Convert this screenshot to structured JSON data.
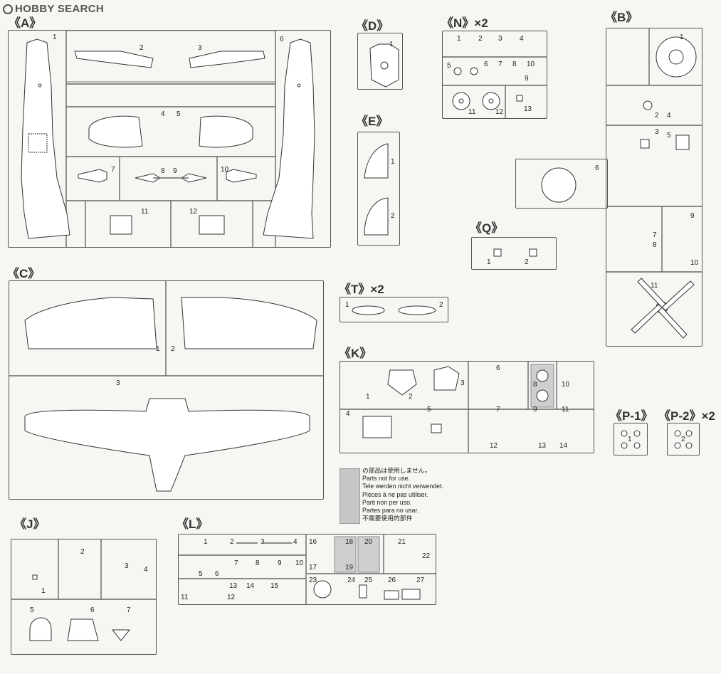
{
  "watermark": "HOBBY SEARCH",
  "sprues": {
    "A": {
      "label": "《A》",
      "parts": [
        "1",
        "2",
        "3",
        "4",
        "5",
        "6",
        "7",
        "8",
        "9",
        "10",
        "11",
        "12"
      ]
    },
    "B": {
      "label": "《B》",
      "parts": [
        "1",
        "2",
        "3",
        "4",
        "5",
        "6",
        "7",
        "8",
        "9",
        "10",
        "11"
      ]
    },
    "C": {
      "label": "《C》",
      "parts": [
        "1",
        "2",
        "3"
      ]
    },
    "D": {
      "label": "《D》",
      "parts": [
        "1"
      ]
    },
    "E": {
      "label": "《E》",
      "parts": [
        "1",
        "2"
      ]
    },
    "N": {
      "label": "《N》×2",
      "parts": [
        "1",
        "2",
        "3",
        "4",
        "5",
        "6",
        "7",
        "8",
        "9",
        "10",
        "11",
        "12",
        "13"
      ]
    },
    "Q": {
      "label": "《Q》",
      "parts": [
        "1",
        "2"
      ]
    },
    "T": {
      "label": "《T》×2",
      "parts": [
        "1",
        "2"
      ]
    },
    "K": {
      "label": "《K》",
      "parts": [
        "1",
        "2",
        "3",
        "4",
        "5",
        "6",
        "7",
        "8",
        "9",
        "10",
        "11",
        "12",
        "13",
        "14"
      ]
    },
    "P1": {
      "label": "《P-1》",
      "parts": [
        "1"
      ]
    },
    "P2": {
      "label": "《P-2》×2",
      "parts": [
        "2"
      ]
    },
    "J": {
      "label": "《J》",
      "parts": [
        "1",
        "2",
        "3",
        "4",
        "5",
        "6",
        "7"
      ]
    },
    "L": {
      "label": "《L》",
      "parts": [
        "1",
        "2",
        "3",
        "4",
        "5",
        "6",
        "7",
        "8",
        "9",
        "10",
        "11",
        "12",
        "13",
        "14",
        "15",
        "16",
        "17",
        "18",
        "19",
        "20",
        "21",
        "22",
        "23",
        "24",
        "25",
        "26",
        "27"
      ]
    }
  },
  "legend": {
    "lines": [
      "の部品は使用しません。",
      "Parts not for use.",
      "Tele werden nicht verwendet.",
      "Pièces à ne pas utiliser.",
      "Parti non per uso.",
      "Partes para no usar.",
      "不需要使用的部件"
    ],
    "swatch_color": "#c6c6c6"
  }
}
